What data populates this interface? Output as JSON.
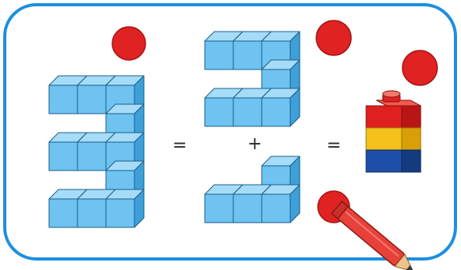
{
  "operators": {
    "equals_1": "=",
    "plus": "+",
    "equals_2": "="
  },
  "colors": {
    "frame": "#1e8fe0",
    "cube_front": "#6ec3f0",
    "cube_top": "#a6dcf8",
    "cube_side": "#3f9fd8",
    "cube_edge": "#1b5f8c",
    "dot": "#e02222",
    "brick_red": "#e02020",
    "brick_yellow": "#f4c21a",
    "brick_blue": "#1d4fa8",
    "pencil_body": "#e8413a",
    "pencil_wood": "#f0c38a"
  },
  "icons": [
    "cube-structure-left",
    "cube-structure-top",
    "cube-structure-bottom",
    "answer-circle",
    "stacked-bricks-icon",
    "pencil-icon"
  ]
}
